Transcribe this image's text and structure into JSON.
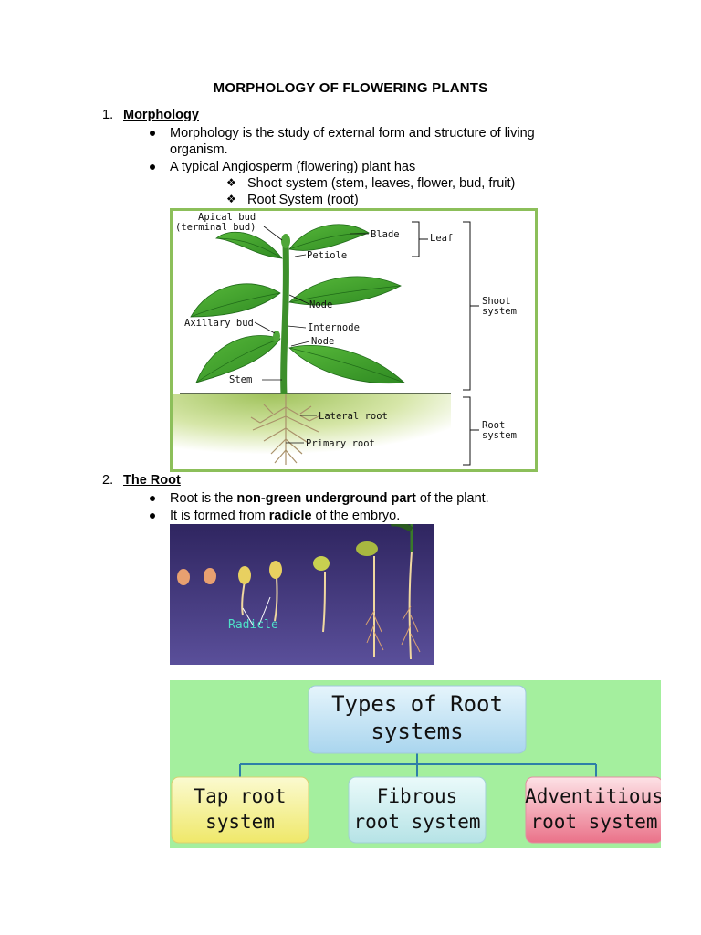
{
  "title": "MORPHOLOGY OF FLOWERING PLANTS",
  "section1": {
    "number": "1.",
    "heading": "Morphology",
    "bullet1_line1": "Morphology is the study of external form and structure of living",
    "bullet1_line2": "organism.",
    "bullet2": "A typical Angiosperm (flowering) plant has",
    "sub1": "Shoot system (stem, leaves, flower, bud, fruit)",
    "sub2": "Root System (root)"
  },
  "plant_diagram": {
    "apical_bud": "Apical bud",
    "terminal_bud": "(terminal bud)",
    "blade": "Blade",
    "leaf": "Leaf",
    "petiole": "Petiole",
    "node_upper": "Node",
    "axillary_bud": "Axillary bud",
    "internode": "Internode",
    "node_lower": "Node",
    "stem": "Stem",
    "shoot_system_1": "Shoot",
    "shoot_system_2": "system",
    "lateral_root": "Lateral root",
    "primary_root": "Primary root",
    "root_system_1": "Root",
    "root_system_2": "system"
  },
  "section2": {
    "number": "2.",
    "heading": "The Root",
    "bullet1_pre": "Root is the ",
    "bullet1_bold": "non-green underground part",
    "bullet1_post": " of the plant.",
    "bullet2_pre": "It is formed from ",
    "bullet2_bold": "radicle",
    "bullet2_post": " of the embryo."
  },
  "germination_photo": {
    "label": "Radicle"
  },
  "root_types": {
    "root_line1": "Types of Root",
    "root_line2": "systems",
    "tap_line1": "Tap root",
    "tap_line2": "system",
    "fibrous_line1": "Fibrous",
    "fibrous_line2": "root system",
    "adventitious_line1": "Adventitious",
    "adventitious_line2": "root system"
  },
  "colors": {
    "leaf_green": "#3c9a2a",
    "soil_bg": "#9fc25a",
    "photo_bg": "#4a3f86",
    "chart_bg": "#a4ef9e",
    "tap_box": "#f3f08c",
    "fibrous_box": "#c8ecee",
    "adventitious_box": "#ee8da0",
    "root_box": "#c7e6f5",
    "connector": "#2e7fa8"
  }
}
